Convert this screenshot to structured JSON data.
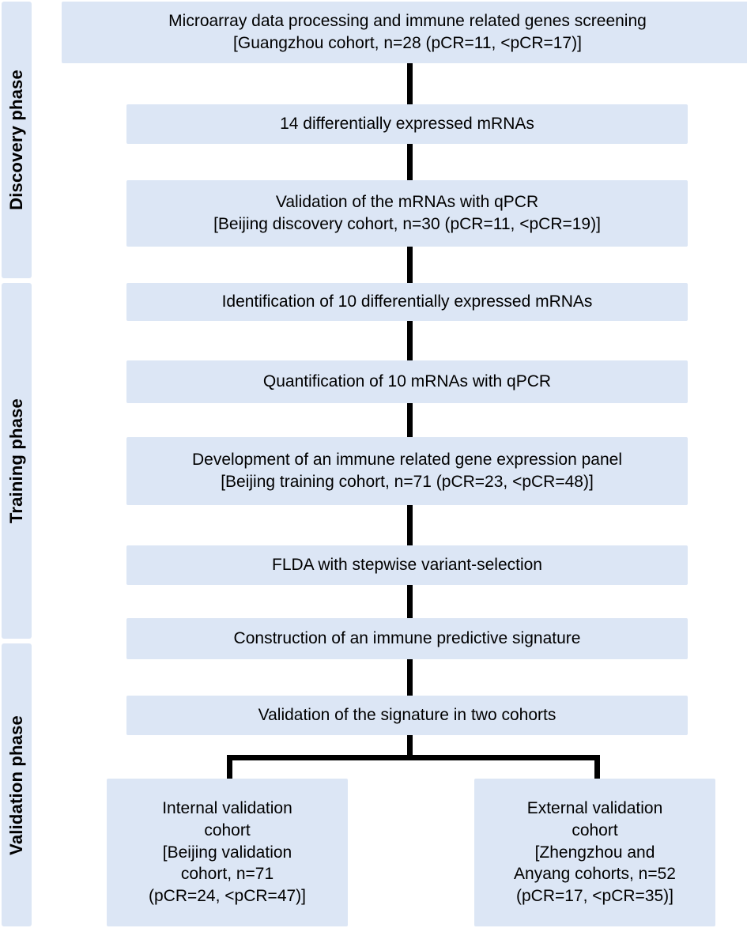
{
  "diagram": {
    "title": "Study design flowchart",
    "colors": {
      "box_fill": "#dce6f5",
      "line": "#000000",
      "text": "#000000"
    },
    "phases": [
      {
        "id": "discovery",
        "label": "Discovery phase"
      },
      {
        "id": "training",
        "label": "Training phase"
      },
      {
        "id": "validation",
        "label": "Validation phase"
      }
    ],
    "nodes": [
      {
        "id": "node-1",
        "phase": "discovery",
        "text": "Microarray data processing and immune related genes screening\n[Guangzhou cohort, n=28 (pCR=11, <pCR=17)]"
      },
      {
        "id": "node-2",
        "phase": "discovery",
        "text": "14 differentially expressed mRNAs"
      },
      {
        "id": "node-3",
        "phase": "discovery",
        "text": "Validation of the mRNAs with qPCR\n[Beijing discovery cohort, n=30 (pCR=11, <pCR=19)]"
      },
      {
        "id": "node-4",
        "phase": "training",
        "text": "Identification of 10 differentially expressed mRNAs"
      },
      {
        "id": "node-5",
        "phase": "training",
        "text": "Quantification of 10 mRNAs with qPCR"
      },
      {
        "id": "node-6",
        "phase": "training",
        "text": "Development of an immune related gene expression panel\n[Beijing training cohort, n=71 (pCR=23, <pCR=48)]"
      },
      {
        "id": "node-7",
        "phase": "training",
        "text": "FLDA with stepwise variant-selection"
      },
      {
        "id": "node-8",
        "phase": "training",
        "text": "Construction of an immune predictive signature"
      },
      {
        "id": "node-9",
        "phase": "validation",
        "text": "Validation of the signature in two cohorts"
      },
      {
        "id": "node-10",
        "phase": "validation",
        "text": "Internal validation\ncohort\n[Beijing validation\ncohort, n=71\n(pCR=24, <pCR=47)]"
      },
      {
        "id": "node-11",
        "phase": "validation",
        "text": "External validation\ncohort\n[Zhengzhou and\nAnyang cohorts, n=52\n(pCR=17, <pCR=35)]"
      }
    ]
  }
}
